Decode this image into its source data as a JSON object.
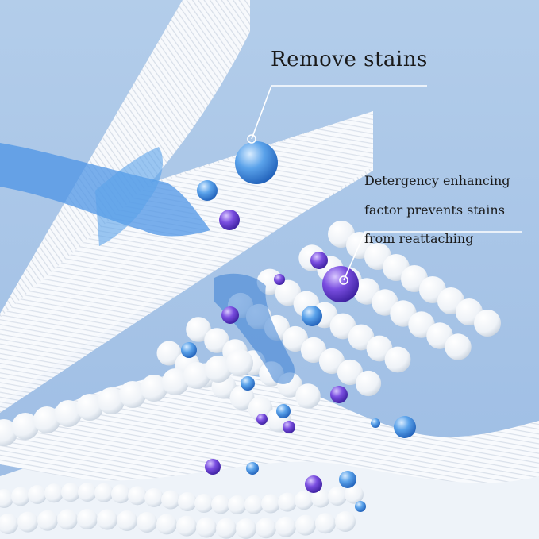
{
  "callouts": {
    "remove_stains": "Remove stains",
    "detergency_lines": [
      "Detergency enhancing",
      "factor prevents stains",
      "from reattaching"
    ]
  },
  "colors": {
    "background": "#a9c6e8",
    "fabric": "#ffffff",
    "water_droplet": "#4a90e0",
    "stain_droplet": "#6a3fd0",
    "leader_line": "#ffffff"
  }
}
